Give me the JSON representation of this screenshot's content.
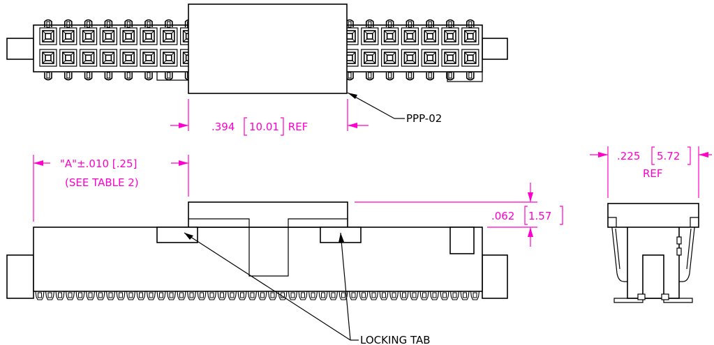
{
  "labels": {
    "ppp": "PPP-02",
    "locking_tab": "LOCKING TAB"
  },
  "dimensions": {
    "cover_width": {
      "inch": ".394",
      "mm": "10.01",
      "suffix": " REF"
    },
    "length_a": {
      "line1": "\"A\"±.010 [.25]",
      "line2": "(SEE TABLE 2)"
    },
    "height": {
      "inch": ".062",
      "mm": "1.57"
    },
    "side_width": {
      "inch": ".225",
      "mm": "5.72",
      "suffix": "REF"
    }
  },
  "colors": {
    "dimension": "#ff00cc",
    "outline": "#000000"
  }
}
